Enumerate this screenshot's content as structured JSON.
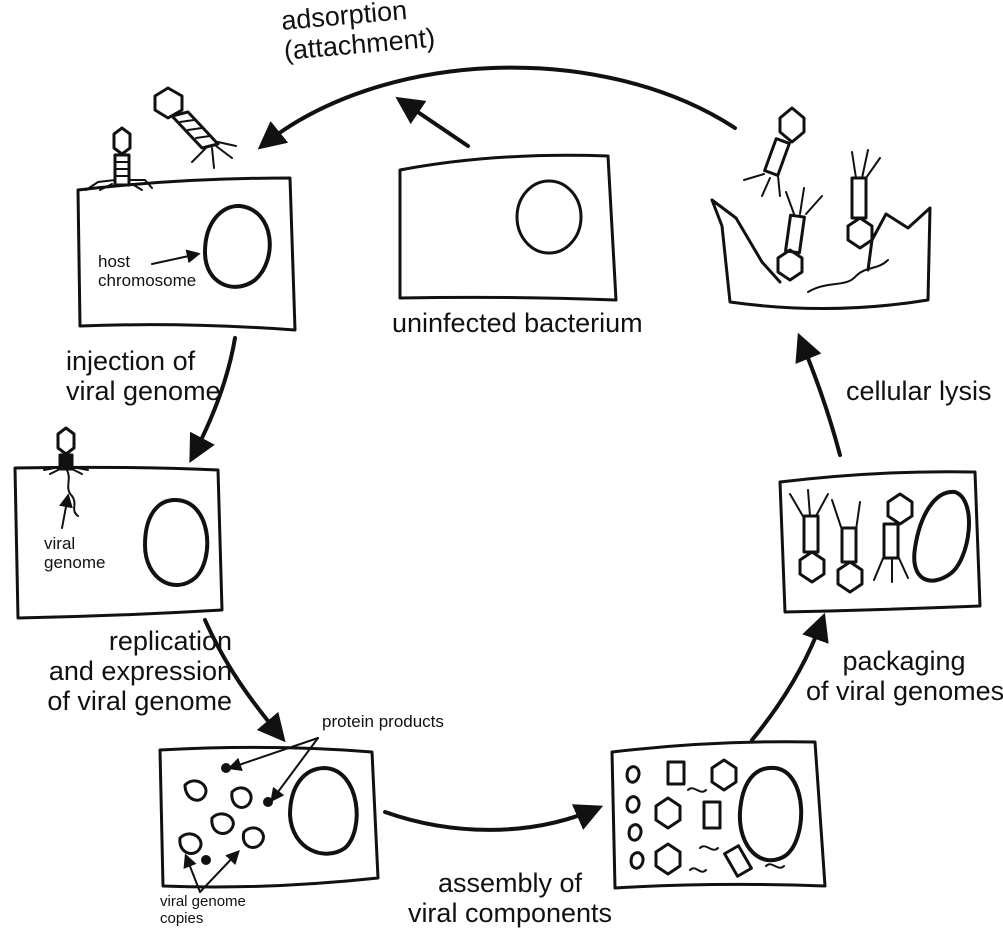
{
  "labels": {
    "adsorption": [
      "adsorption",
      "(attachment)"
    ],
    "uninfected": "uninfected bacterium",
    "host_chromosome": [
      "host",
      "chromosome"
    ],
    "injection": [
      "injection of",
      "viral genome"
    ],
    "viral_genome": [
      "viral",
      "genome"
    ],
    "replication": [
      "replication",
      "and expression",
      "of viral genome"
    ],
    "protein_products": "protein products",
    "viral_genome_copies": [
      "viral genome",
      "copies"
    ],
    "assembly": [
      "assembly of",
      "viral components"
    ],
    "packaging": [
      "packaging",
      "of viral genomes"
    ],
    "lysis": "cellular lysis"
  }
}
